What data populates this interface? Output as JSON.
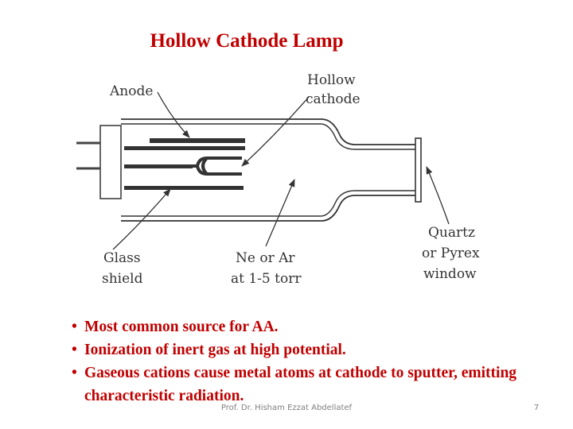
{
  "slide": {
    "title": "Hollow Cathode Lamp",
    "page_number": "7",
    "footer": "Prof. Dr. Hisham Ezzat Abdellatef"
  },
  "diagram": {
    "labels": {
      "anode": "Anode",
      "hollow_cathode_1": "Hollow",
      "hollow_cathode_2": "cathode",
      "glass_shield_1": "Glass",
      "glass_shield_2": "shield",
      "gas_1": "Ne or Ar",
      "gas_2": "at 1-5 torr",
      "window_1": "Quartz",
      "window_2": "or Pyrex",
      "window_3": "window"
    }
  },
  "bullets": [
    "Most common source for AA.",
    "Ionization of inert gas at high potential.",
    "Gaseous cations cause metal atoms at cathode to sputter, emitting characteristic radiation."
  ]
}
